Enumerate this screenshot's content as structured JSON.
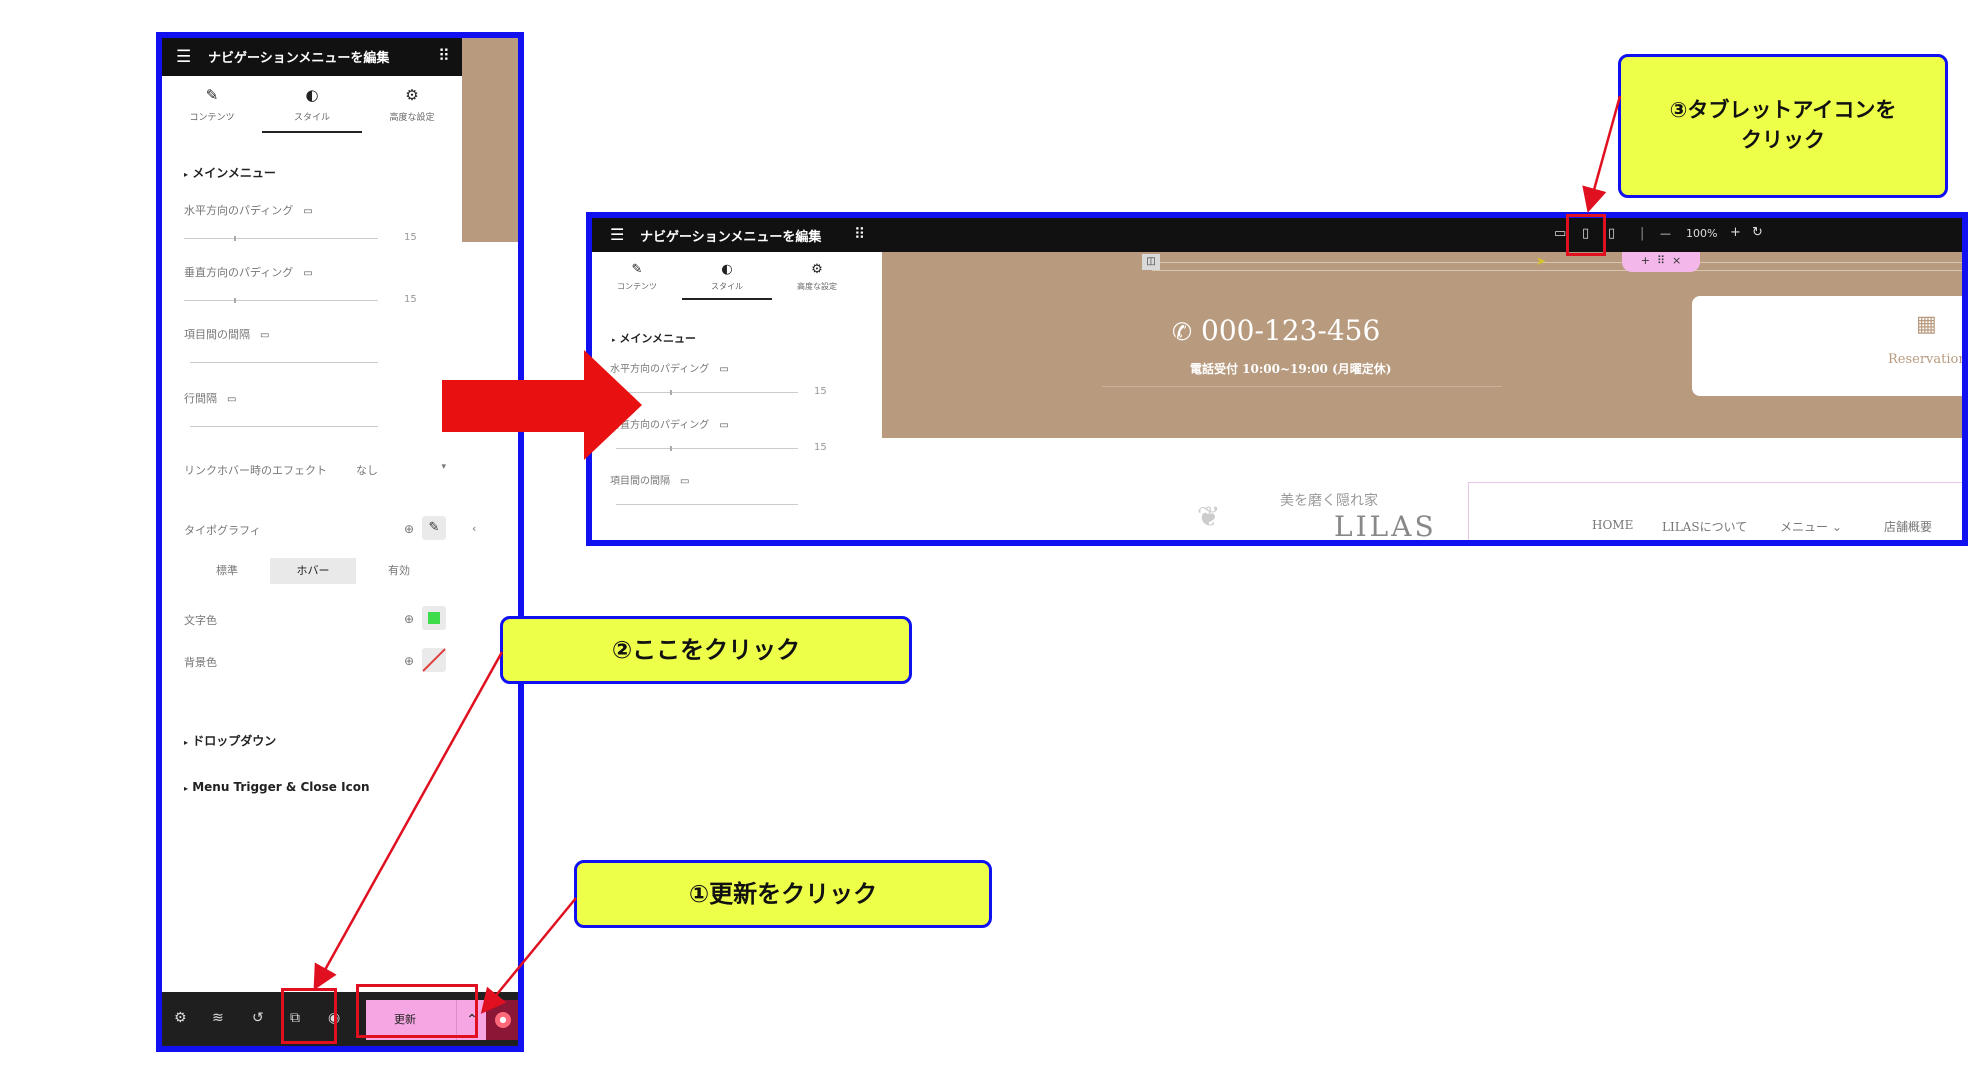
{
  "editor": {
    "title": "ナビゲーションメニューを編集",
    "tabs": [
      {
        "label": "コンテンツ",
        "icon": "pencil-icon"
      },
      {
        "label": "スタイル",
        "icon": "contrast-icon"
      },
      {
        "label": "高度な設定",
        "icon": "gear-icon"
      }
    ],
    "section_main": "メインメニュー",
    "h_padding_label": "水平方向のパディング",
    "h_padding_value": "15",
    "v_padding_label": "垂直方向のパディング",
    "v_padding_value": "15",
    "item_gap_label": "項目間の間隔",
    "line_gap_label": "行間隔",
    "hover_effect_label": "リンクホバー時のエフェクト",
    "hover_effect_value": "なし",
    "typography_label": "タイポグラフィ",
    "state_tabs": [
      "標準",
      "ホバー",
      "有効"
    ],
    "text_color_label": "文字色",
    "text_color": "#3ddc4a",
    "bg_color_label": "背景色",
    "section_dropdown": "ドロップダウン",
    "section_trigger": "Menu Trigger & Close Icon",
    "update_label": "更新"
  },
  "preview": {
    "zoom": "100%",
    "phone": "000-123-456",
    "hours": "電話受付 10:00~19:00 (月曜定休)",
    "reservation": "Reservation",
    "logo_sub": "美を磨く隠れ家",
    "logo_main": "LILAS",
    "nav": [
      "HOME",
      "LILASについて",
      "メニュー ⌄",
      "店舗概要"
    ],
    "brand_color": "#b89a7e"
  },
  "callouts": {
    "step1": "①更新をクリック",
    "step2": "②ここをクリック",
    "step3_line1": "③タブレットアイコンを",
    "step3_line2": "クリック"
  },
  "colors": {
    "frame": "#1010f0",
    "arrow": "#e01020",
    "callout_bg": "#eeff4a",
    "update_bg": "#f5a6e3"
  }
}
